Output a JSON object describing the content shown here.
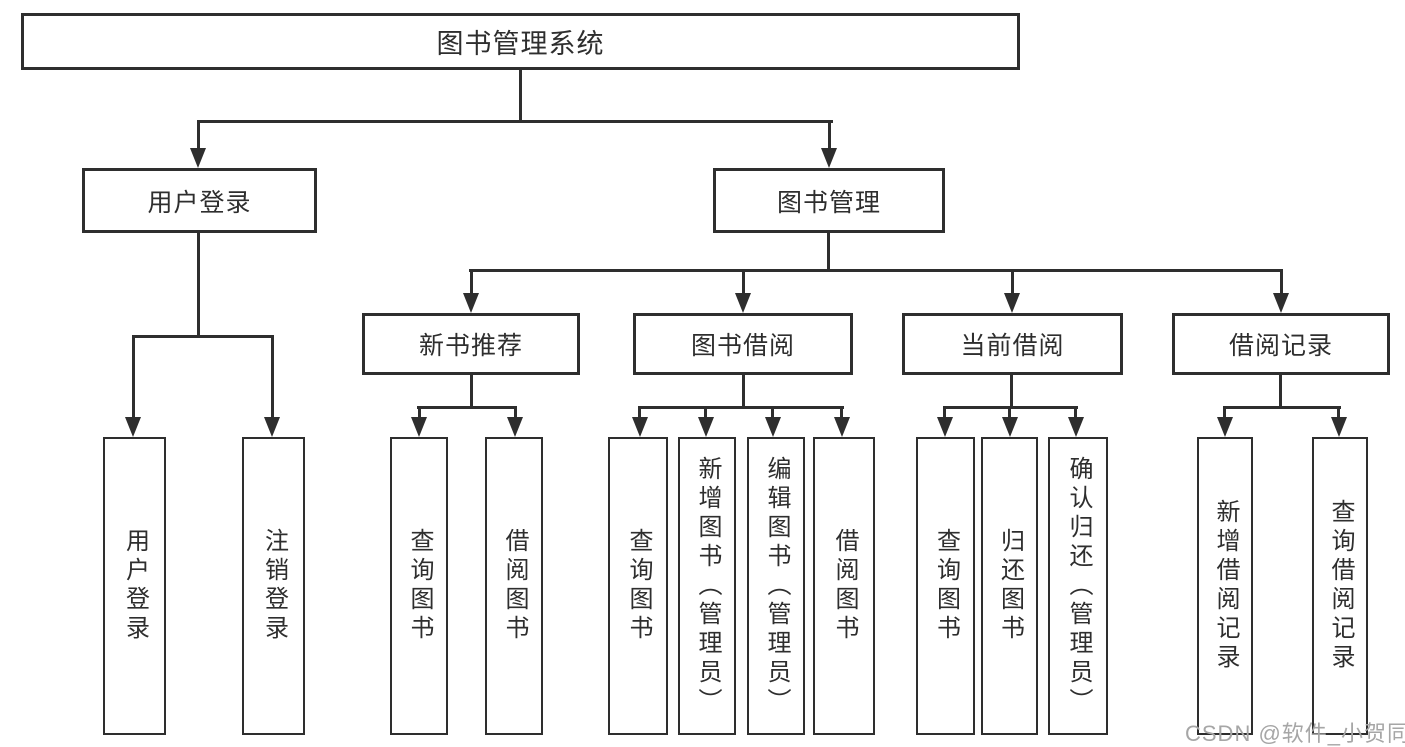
{
  "diagram": {
    "title": "图书管理系统",
    "root": "图书管理系统",
    "branches": [
      {
        "label": "用户登录",
        "children": [
          "用户登录",
          "注销登录"
        ]
      },
      {
        "label": "图书管理",
        "groups": [
          {
            "label": "新书推荐",
            "children": [
              "查询图书",
              "借阅图书"
            ]
          },
          {
            "label": "图书借阅",
            "children": [
              "查询图书",
              "新增图书（管理员）",
              "编辑图书（管理员）",
              "借阅图书"
            ]
          },
          {
            "label": "当前借阅",
            "children": [
              "查询图书",
              "归还图书",
              "确认归还（管理员）"
            ]
          },
          {
            "label": "借阅记录",
            "children": [
              "新增借阅记录",
              "查询借阅记录"
            ]
          }
        ]
      }
    ]
  },
  "watermark": {
    "text": "CSDN @软件_小贺同学"
  },
  "colors": {
    "line": "#2e2e2e",
    "text": "#2e2e2e",
    "watermark": "#a6a6a6",
    "background": "#ffffff"
  }
}
